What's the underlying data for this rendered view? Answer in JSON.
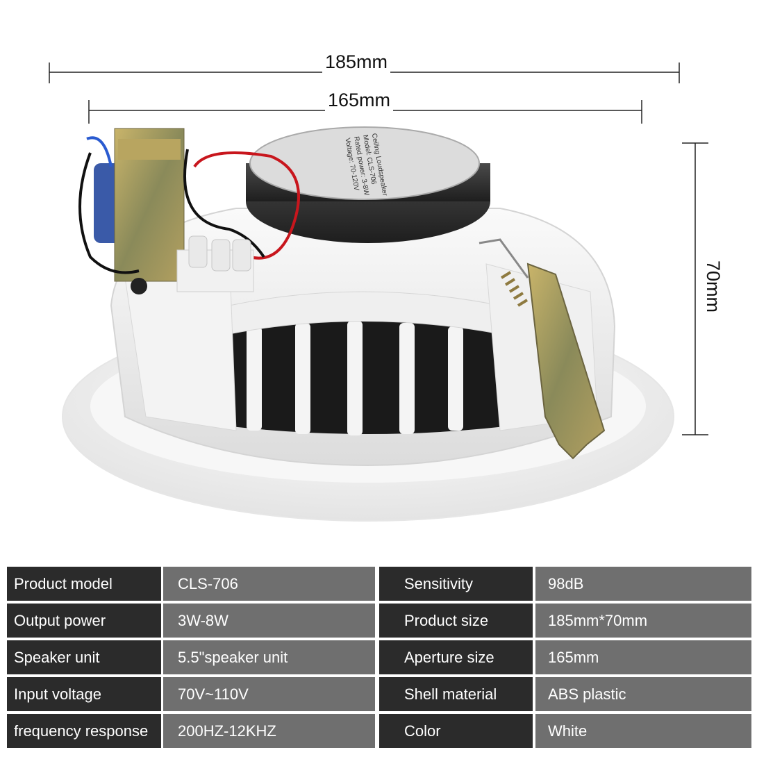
{
  "dimensions": {
    "outer_diameter": "185mm",
    "aperture": "165mm",
    "height": "70mm"
  },
  "product_label": {
    "title": "Ceiling Loudspeaker",
    "model": "Model: CLS-706",
    "power": "Rated power: 3-8W",
    "voltage": "Voltage: 70-120V"
  },
  "specs": [
    {
      "label_left": "Product model",
      "value_left": "CLS-706",
      "label_right": "Sensitivity",
      "value_right": "98dB"
    },
    {
      "label_left": "Output power",
      "value_left": "3W-8W",
      "label_right": "Product size",
      "value_right": "185mm*70mm"
    },
    {
      "label_left": "Speaker unit",
      "value_left": "5.5\"speaker unit",
      "label_right": "Aperture size",
      "value_right": "165mm"
    },
    {
      "label_left": "Input voltage",
      "value_left": "70V~110V",
      "label_right": "Shell material",
      "value_right": "ABS plastic"
    },
    {
      "label_left": "frequency response",
      "value_left": "200HZ-12KHZ",
      "label_right": "Color",
      "value_right": "White"
    }
  ],
  "colors": {
    "label_cell": "#2b2b2b",
    "value_cell": "#6f6f6f",
    "speaker_shell": "#f2f2f2"
  }
}
